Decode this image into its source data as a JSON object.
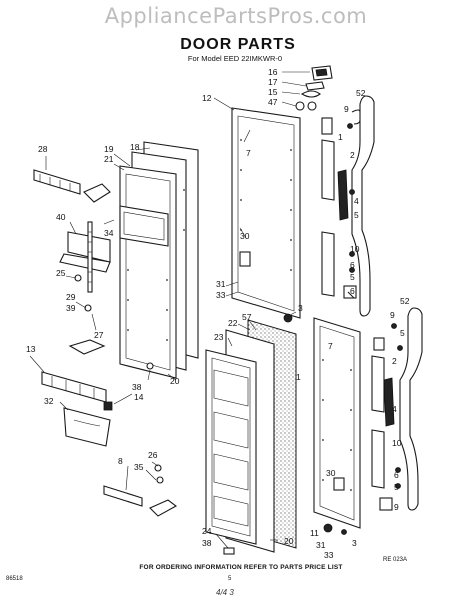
{
  "watermark": "AppliancePartsPros.com",
  "title": "DOOR PARTS",
  "subtitle": "For Model EED 22IMKWR-0",
  "footer_note": "FOR ORDERING INFORMATION REFER TO PARTS PRICE LIST",
  "code_left": "86518",
  "code_right": "RE 023A",
  "page_mark": "5",
  "scrawl": "4/4   3",
  "callouts": {
    "c16": "16",
    "c17": "17",
    "c15": "15",
    "c47": "47",
    "c12": "12",
    "c7a": "7",
    "c9a": "9",
    "c52a": "52",
    "c1a": "1",
    "c2a": "2",
    "c28": "28",
    "c19": "19",
    "c21": "21",
    "c18": "18",
    "c40": "40",
    "c34": "34",
    "c25": "25",
    "c29": "29",
    "c39": "39",
    "c27": "27",
    "c30a": "30",
    "c31a": "31",
    "c33a": "33",
    "c3a": "3",
    "c4a": "4",
    "c5a": "5",
    "c10a": "10",
    "c6a": "6",
    "c5b": "5",
    "c6b": "6",
    "c22": "22",
    "c57": "57",
    "c23": "23",
    "c1b": "1",
    "c7b": "7",
    "c52b": "52",
    "c9b": "9",
    "c5c": "5",
    "c2b": "2",
    "c4b": "4",
    "c10b": "10",
    "c13": "13",
    "c38a": "38",
    "c14": "14",
    "c20a": "20",
    "c32": "32",
    "c8": "8",
    "c26": "26",
    "c35": "35",
    "c24": "24",
    "c38b": "38",
    "c20b": "20",
    "c30b": "30",
    "c11": "11",
    "c31b": "31",
    "c33b": "33",
    "c3b": "3",
    "c6c": "6",
    "c5d": "5",
    "c9c": "9"
  }
}
